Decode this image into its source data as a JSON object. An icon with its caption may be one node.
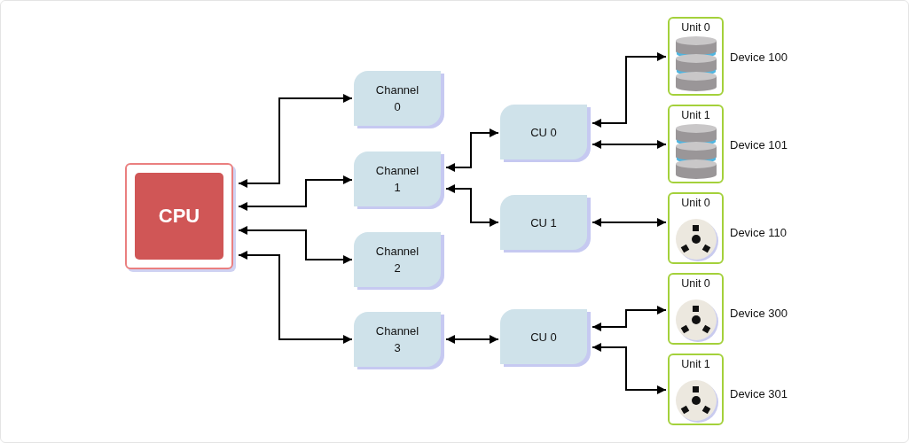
{
  "diagram": {
    "nodes": [
      {
        "text": [
          "CPU"
        ]
      },
      {
        "text": [
          "Channel 0"
        ]
      },
      {
        "text": [
          "Channel 1"
        ]
      },
      {
        "text": [
          "Channel 2"
        ]
      },
      {
        "text": [
          "Channel 3"
        ]
      },
      {
        "text": [
          "CU 0"
        ]
      },
      {
        "text": [
          "CU 1"
        ]
      },
      {
        "text": [
          "CU 0"
        ]
      },
      {
        "text": [
          "Unit 0"
        ],
        "beside": [
          "Device 100"
        ]
      },
      {
        "text": [
          "Unit 1"
        ],
        "beside": [
          "Device 101"
        ]
      },
      {
        "text": [
          "Unit 0"
        ],
        "beside": [
          "Device 110"
        ]
      },
      {
        "text": [
          "Unit 0"
        ],
        "beside": [
          "Device 300"
        ]
      },
      {
        "text": [
          "Unit 1"
        ],
        "beside": [
          "Device 301"
        ]
      },
      {
        "text": [],
        "shape": "cylinder",
        "in": 8
      },
      {
        "text": [],
        "shape": "cylinder",
        "in": 9
      },
      {
        "text": [],
        "shape": "circle",
        "in": 10
      },
      {
        "text": [],
        "shape": "circle",
        "in": 11
      },
      {
        "text": [],
        "shape": "circle",
        "in": 12
      }
    ],
    "edges": [
      {
        "from": 0,
        "to": 1,
        "arrow": "both"
      },
      {
        "from": 0,
        "to": 2,
        "arrow": "both"
      },
      {
        "from": 0,
        "to": 3,
        "arrow": "both"
      },
      {
        "from": 0,
        "to": 4,
        "arrow": "both"
      },
      {
        "from": 2,
        "to": 5,
        "arrow": "both"
      },
      {
        "from": 2,
        "to": 6,
        "arrow": "both"
      },
      {
        "from": 4,
        "to": 7,
        "arrow": "both"
      },
      {
        "from": 5,
        "to": 8,
        "arrow": "both"
      },
      {
        "from": 5,
        "to": 9,
        "arrow": "both"
      },
      {
        "from": 6,
        "to": 10,
        "arrow": "both"
      },
      {
        "from": 7,
        "to": 11,
        "arrow": "both"
      },
      {
        "from": 7,
        "to": 12,
        "arrow": "both"
      }
    ]
  }
}
